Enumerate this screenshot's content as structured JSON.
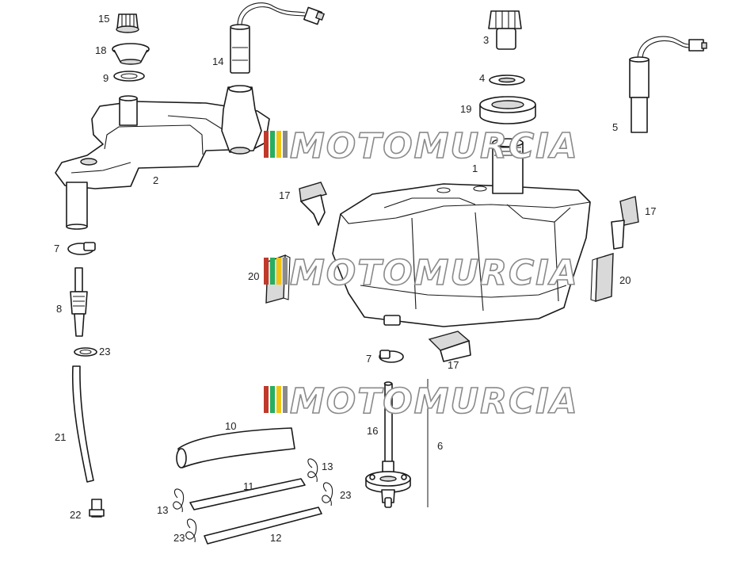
{
  "watermark": {
    "text": "MOTOMURCIA",
    "colors": [
      "#c0392b",
      "#27ae60",
      "#f1c40f",
      "#8a8a8a"
    ]
  },
  "callouts": {
    "p15": "15",
    "p18": "18",
    "p9": "9",
    "p14": "14",
    "p2": "2",
    "p3": "3",
    "p4": "4",
    "p19": "19",
    "p5": "5",
    "p1": "1",
    "p17a": "17",
    "p17b": "17",
    "p17c": "17",
    "p20a": "20",
    "p20b": "20",
    "p7a": "7",
    "p7b": "7",
    "p8": "8",
    "p23a": "23",
    "p21": "21",
    "p22": "22",
    "p10": "10",
    "p11": "11",
    "p12": "12",
    "p13a": "13",
    "p13b": "13",
    "p23b": "23",
    "p23c": "23",
    "p16": "16",
    "p6": "6"
  }
}
